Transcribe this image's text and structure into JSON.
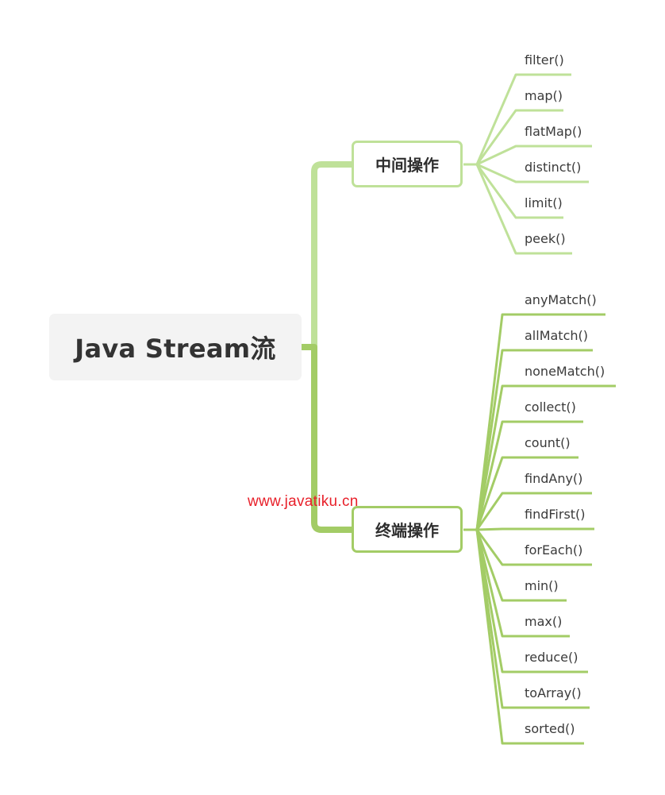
{
  "root": {
    "title": "Java Stream流"
  },
  "branches": [
    {
      "label": "中间操作",
      "color": "#bfe199",
      "leaves": [
        "filter()",
        "map()",
        "flatMap()",
        "distinct()",
        "limit()",
        "peek()"
      ]
    },
    {
      "label": "终端操作",
      "color": "#a3cc66",
      "leaves": [
        "anyMatch()",
        "allMatch()",
        "noneMatch()",
        "collect()",
        "count()",
        "findAny()",
        "findFirst()",
        "forEach()",
        "min()",
        "max()",
        "reduce()",
        "toArray()",
        "sorted()"
      ]
    }
  ],
  "watermark": "www.javatiku.cn"
}
